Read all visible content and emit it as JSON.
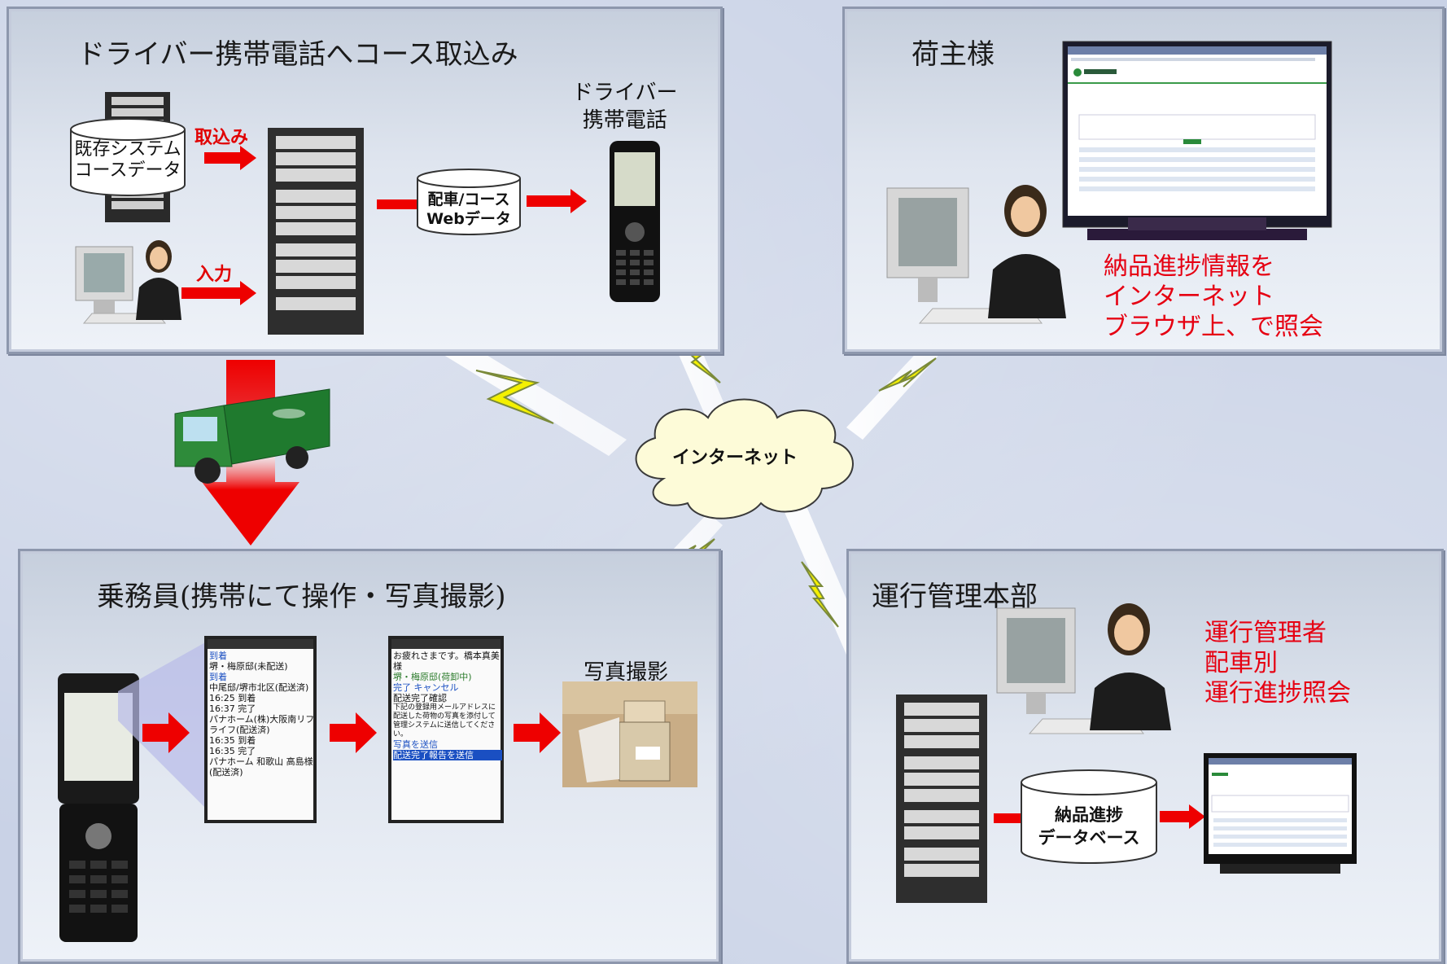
{
  "panels": {
    "top_left": {
      "title": "ドライバー携帯電話へコース取込み",
      "existing_db": [
        "既存システム",
        "コースデータ"
      ],
      "import_label": "取込み",
      "input_label": "入力",
      "web_db": [
        "配車/コース",
        "Webデータ"
      ],
      "driver_phone": [
        "ドライバー",
        "携帯電話"
      ]
    },
    "top_right": {
      "title": "荷主様",
      "description": [
        "納品進捗情報を",
        "インターネット",
        "ブラウザ上、で照会"
      ]
    },
    "bottom_left": {
      "title": "乗務員(携帯にて操作・写真撮影)",
      "photo_label": "写真撮影",
      "screen1_lines": [
        "到着",
        "堺・梅原邸(未配送)",
        "到着",
        "中尾邸/堺市北区(配送済)",
        "16:25 到着",
        "16:37 完了",
        "パナホーム(株)大阪南リフライフ(配送済)",
        "16:35 到着",
        "16:35 完了",
        "パナホーム 和歌山 高島様(配送済)"
      ],
      "screen2_lines": [
        "お疲れさまです。橋本真美様",
        "堺・梅原邸(荷卸中)",
        "完了  キャンセル",
        "配送完了確認",
        "下記の登録用メールアドレスに配送した荷物の写真を添付して管理システムに送信してください。",
        "写真を送信",
        "配送完了報告を送信"
      ]
    },
    "bottom_right": {
      "title": "運行管理本部",
      "description": [
        "運行管理者",
        "配車別",
        "運行進捗照会"
      ],
      "db": [
        "納品進捗",
        "データベース"
      ]
    }
  },
  "center": {
    "internet_label": "インターネット"
  },
  "colors": {
    "arrow_red": "#ee0000",
    "annotation_red": "#e60012",
    "cloud_fill": "#fdfbd8",
    "bolt_yellow": "#f4f000"
  },
  "icons": [
    "server-rack-icon",
    "database-cylinder-icon",
    "mobile-phone-icon",
    "operator-woman-icon",
    "monitor-icon",
    "truck-icon",
    "internet-cloud-icon",
    "lightning-bolt-icon",
    "photo-thumbnail"
  ]
}
